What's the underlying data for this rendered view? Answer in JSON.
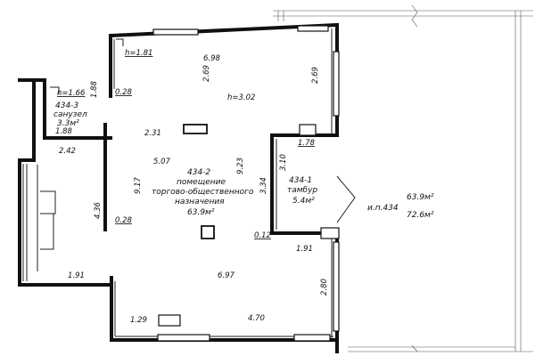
{
  "rooms": [
    {
      "code": "434-2",
      "name_line1": "помещение",
      "name_line2": "торгово-общественного",
      "name_line3": "назначения",
      "area": "63.9м²"
    },
    {
      "code": "434-3",
      "name_line1": "санузел",
      "area": "3.3м²",
      "height": "h=1.66"
    },
    {
      "code": "434-1",
      "name_line1": "тамбур",
      "area": "5.4м²"
    }
  ],
  "unit": {
    "label": "и.п.434",
    "area_main": "63.9м²",
    "area_total": "72.6м²"
  },
  "ceiling_height": "h=3.02",
  "top_height": "h=1.81",
  "dimensions": {
    "top_width": "6.98",
    "top_depth_left": "2.69",
    "top_depth_right": "2.69",
    "wc_width": "1.88",
    "wc_width_bottom": "1.88",
    "wc_wall": "0.28",
    "depth_231": "2.31",
    "depth_507": "5.07",
    "depth_917": "9.17",
    "depth_923": "9.23",
    "depth_334": "3.34",
    "vestibule_width": "1.78",
    "vestibule_depth": "3.10",
    "wall_242": "2.42",
    "wall_436": "4.36",
    "wall_028": "0.28",
    "wall_012": "0.12",
    "wall_191_right": "1.91",
    "wall_191_left": "1.91",
    "bottom_width": "6.97",
    "bottom_right_depth": "2.80",
    "bottom_129": "1.29",
    "bottom_470": "4.70"
  }
}
